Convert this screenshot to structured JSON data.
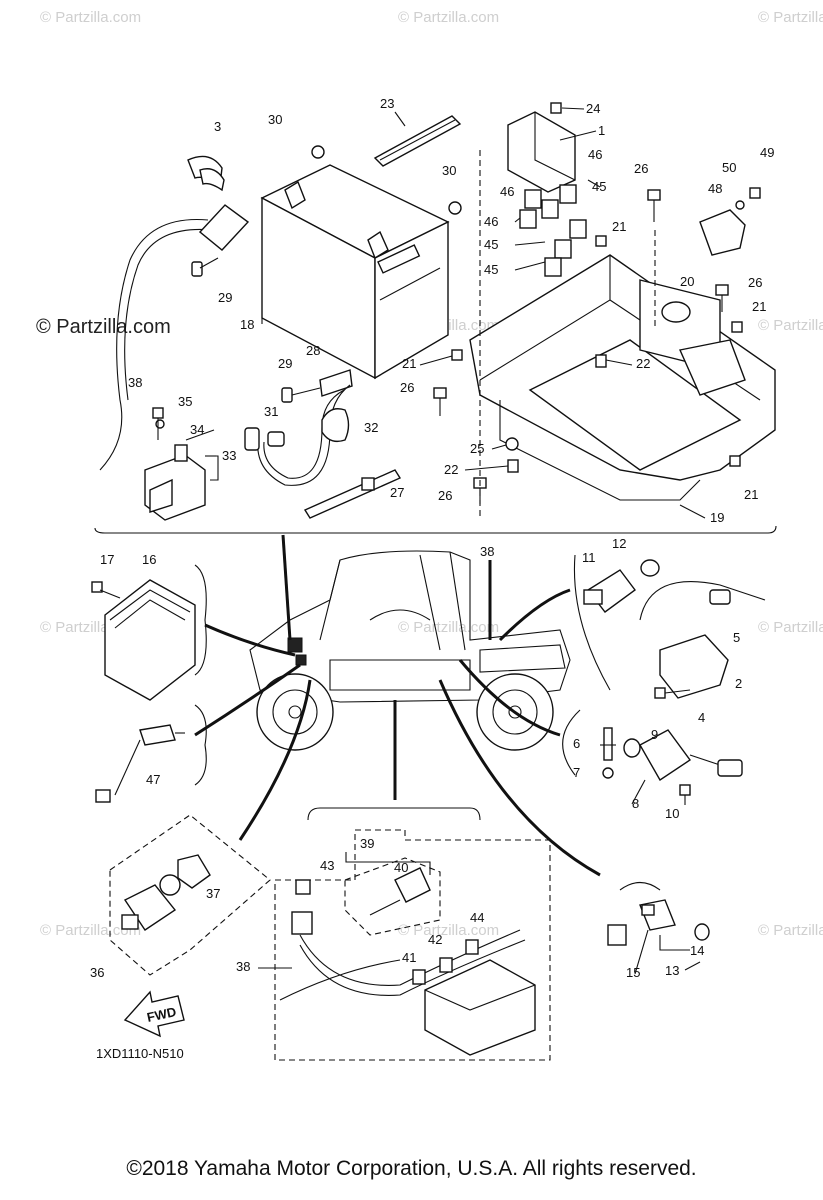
{
  "watermarks": {
    "repeat": "© Partzilla.com",
    "prominent": "© Partzilla.com"
  },
  "callouts": [
    {
      "id": "c1",
      "text": "1"
    },
    {
      "id": "c2",
      "text": "2"
    },
    {
      "id": "c3",
      "text": "3"
    },
    {
      "id": "c4",
      "text": "4"
    },
    {
      "id": "c5",
      "text": "5"
    },
    {
      "id": "c6",
      "text": "6"
    },
    {
      "id": "c7",
      "text": "7"
    },
    {
      "id": "c8",
      "text": "8"
    },
    {
      "id": "c9",
      "text": "9"
    },
    {
      "id": "c10",
      "text": "10"
    },
    {
      "id": "c11",
      "text": "11"
    },
    {
      "id": "c12",
      "text": "12"
    },
    {
      "id": "c13",
      "text": "13"
    },
    {
      "id": "c14",
      "text": "14"
    },
    {
      "id": "c15",
      "text": "15"
    },
    {
      "id": "c16",
      "text": "16"
    },
    {
      "id": "c17",
      "text": "17"
    },
    {
      "id": "c18",
      "text": "18"
    },
    {
      "id": "c19",
      "text": "19"
    },
    {
      "id": "c20",
      "text": "20"
    },
    {
      "id": "c21a",
      "text": "21"
    },
    {
      "id": "c21b",
      "text": "21"
    },
    {
      "id": "c21c",
      "text": "21"
    },
    {
      "id": "c21d",
      "text": "21"
    },
    {
      "id": "c22a",
      "text": "22"
    },
    {
      "id": "c22b",
      "text": "22"
    },
    {
      "id": "c23",
      "text": "23"
    },
    {
      "id": "c24",
      "text": "24"
    },
    {
      "id": "c25",
      "text": "25"
    },
    {
      "id": "c26a",
      "text": "26"
    },
    {
      "id": "c26b",
      "text": "26"
    },
    {
      "id": "c26c",
      "text": "26"
    },
    {
      "id": "c26d",
      "text": "26"
    },
    {
      "id": "c27",
      "text": "27"
    },
    {
      "id": "c28",
      "text": "28"
    },
    {
      "id": "c29a",
      "text": "29"
    },
    {
      "id": "c29b",
      "text": "29"
    },
    {
      "id": "c30a",
      "text": "30"
    },
    {
      "id": "c30b",
      "text": "30"
    },
    {
      "id": "c31",
      "text": "31"
    },
    {
      "id": "c32",
      "text": "32"
    },
    {
      "id": "c33",
      "text": "33"
    },
    {
      "id": "c34",
      "text": "34"
    },
    {
      "id": "c35",
      "text": "35"
    },
    {
      "id": "c36",
      "text": "36"
    },
    {
      "id": "c37",
      "text": "37"
    },
    {
      "id": "c38a",
      "text": "38"
    },
    {
      "id": "c38b",
      "text": "38"
    },
    {
      "id": "c38c",
      "text": "38"
    },
    {
      "id": "c39",
      "text": "39"
    },
    {
      "id": "c40",
      "text": "40"
    },
    {
      "id": "c41",
      "text": "41"
    },
    {
      "id": "c42",
      "text": "42"
    },
    {
      "id": "c43",
      "text": "43"
    },
    {
      "id": "c44",
      "text": "44"
    },
    {
      "id": "c45a",
      "text": "45"
    },
    {
      "id": "c45b",
      "text": "45"
    },
    {
      "id": "c45c",
      "text": "45"
    },
    {
      "id": "c46a",
      "text": "46"
    },
    {
      "id": "c46b",
      "text": "46"
    },
    {
      "id": "c46c",
      "text": "46"
    },
    {
      "id": "c47",
      "text": "47"
    },
    {
      "id": "c48",
      "text": "48"
    },
    {
      "id": "c49",
      "text": "49"
    },
    {
      "id": "c50",
      "text": "50"
    }
  ],
  "fwd_label": "FWD",
  "diagram_code": "1XD1110-N510",
  "copyright": "©2018  Yamaha Motor Corporation, U.S.A. All rights reserved."
}
